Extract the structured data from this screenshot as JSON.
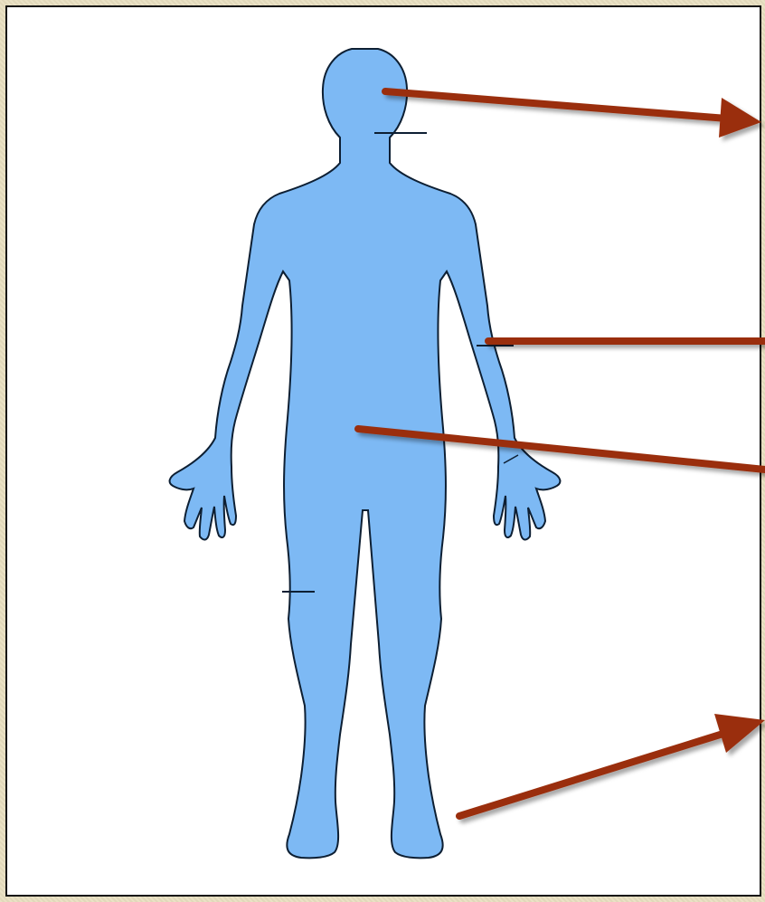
{
  "diagram": {
    "subject": "human-body-outline",
    "colors": {
      "background": "#e8dfc0",
      "panel": "#ffffff",
      "border": "#111111",
      "body_fill": "#7db9f4",
      "body_outline": "#0d1f33",
      "arrow": "#9a2f0b"
    },
    "arrows": [
      {
        "id": "head",
        "style": "arrowhead"
      },
      {
        "id": "arm",
        "style": "line"
      },
      {
        "id": "abdomen",
        "style": "line"
      },
      {
        "id": "foot",
        "style": "arrowhead"
      }
    ]
  }
}
